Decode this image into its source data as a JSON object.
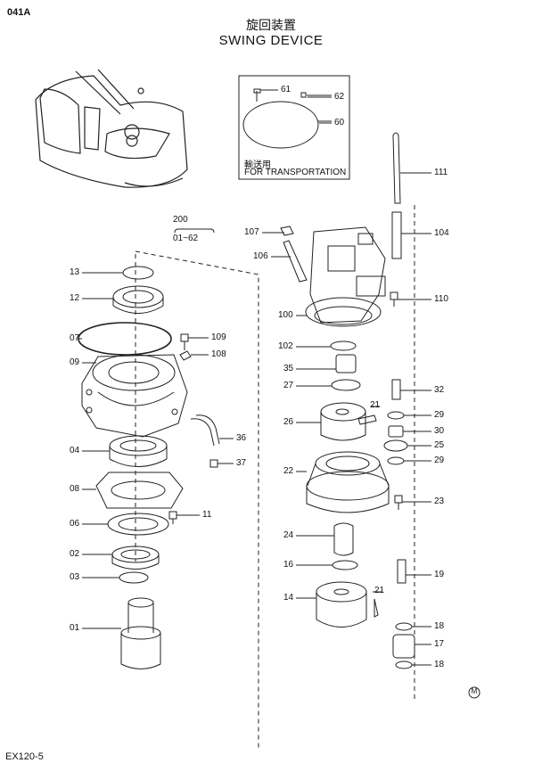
{
  "page_code": "041A",
  "title_jp": "旋回装置",
  "title_en": "SWING DEVICE",
  "ref_number": "200",
  "ref_range": "01~62",
  "transport_box": {
    "caption_jp": "輸送用",
    "caption_en": "FOR TRANSPORTATION"
  },
  "footer_code": "EX120-5",
  "mark_symbol": "M",
  "callouts": [
    "61",
    "62",
    "60",
    "111",
    "107",
    "104",
    "106",
    "110",
    "100",
    "102",
    "35",
    "27",
    "32",
    "21",
    "29",
    "26",
    "30",
    "25",
    "29",
    "22",
    "23",
    "24",
    "16",
    "19",
    "21",
    "14",
    "18",
    "17",
    "18",
    "13",
    "12",
    "07",
    "109",
    "09",
    "108",
    "36",
    "04",
    "37",
    "08",
    "11",
    "06",
    "02",
    "03",
    "01"
  ]
}
